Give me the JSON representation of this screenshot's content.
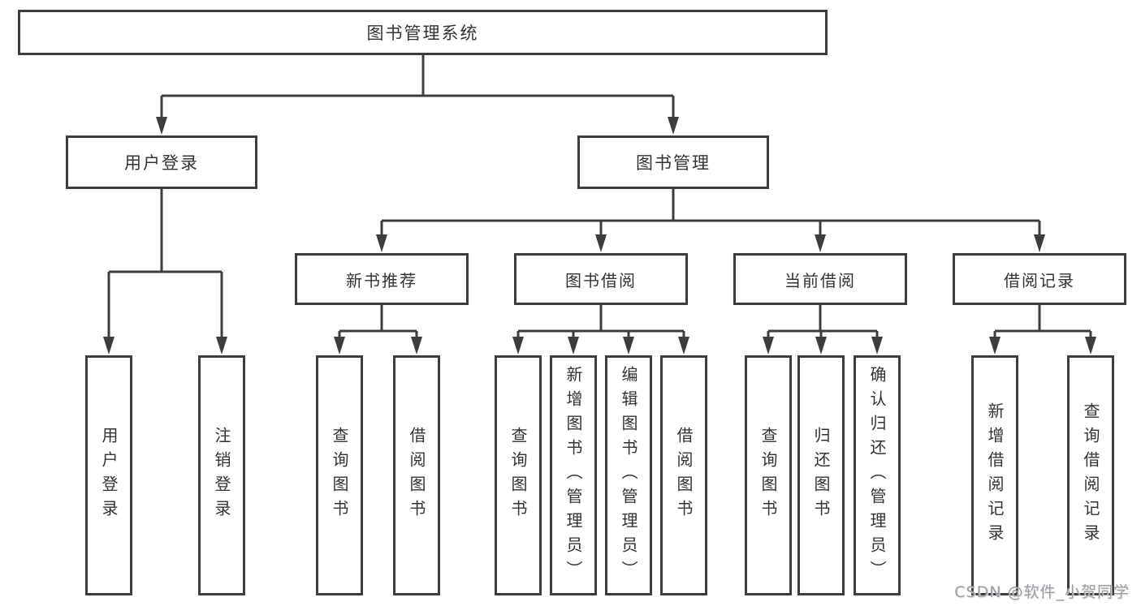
{
  "colors": {
    "line": "#3d3d3d",
    "box_border": "#3d3d3d",
    "text": "#333333",
    "background": "#ffffff",
    "watermark": "#9c9ca2"
  },
  "watermark": {
    "text": "CSDN @软件_小贺同学"
  },
  "tree": {
    "root": {
      "label": "图书管理系统"
    },
    "children": [
      {
        "label": "用户登录",
        "leaves": [
          {
            "label": "用户登录"
          },
          {
            "label": "注销登录"
          }
        ]
      },
      {
        "label": "图书管理",
        "children": [
          {
            "label": "新书推荐",
            "leaves": [
              {
                "label": "查询图书"
              },
              {
                "label": "借阅图书"
              }
            ]
          },
          {
            "label": "图书借阅",
            "leaves": [
              {
                "label": "查询图书"
              },
              {
                "label": "新增图书（管理员）"
              },
              {
                "label": "编辑图书（管理员）"
              },
              {
                "label": "借阅图书"
              }
            ]
          },
          {
            "label": "当前借阅",
            "leaves": [
              {
                "label": "查询图书"
              },
              {
                "label": "归还图书"
              },
              {
                "label": "确认归还（管理员）"
              }
            ]
          },
          {
            "label": "借阅记录",
            "leaves": [
              {
                "label": "新增借阅记录"
              },
              {
                "label": "查询借阅记录"
              }
            ]
          }
        ]
      }
    ]
  }
}
